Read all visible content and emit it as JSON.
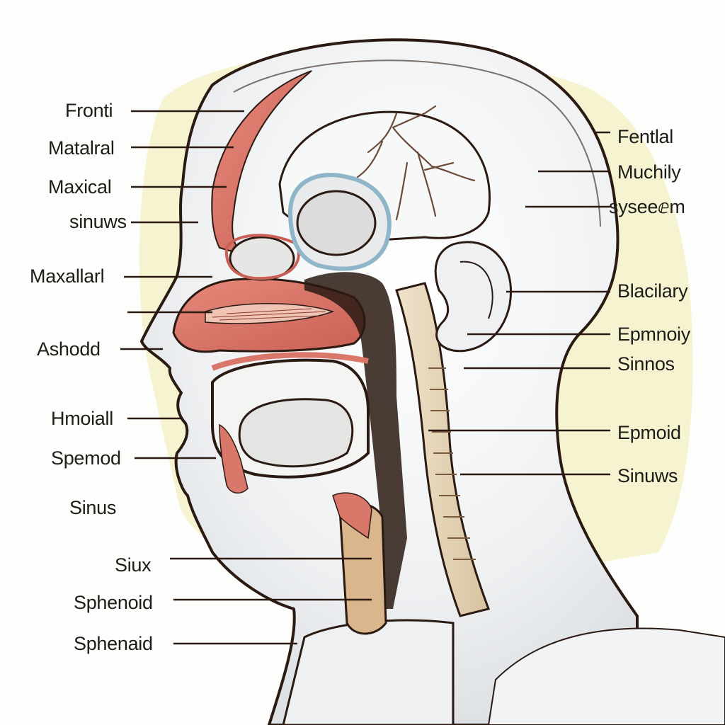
{
  "labels": {
    "left": [
      {
        "id": "fronti",
        "text": "Fronti"
      },
      {
        "id": "matalral",
        "text": "Matalral"
      },
      {
        "id": "maxical",
        "text": "Maxical"
      },
      {
        "id": "sinuws-left",
        "text": "sinuws"
      },
      {
        "id": "maxallarl",
        "text": "Maxallarl"
      },
      {
        "id": "ashodd",
        "text": "Ashodd"
      },
      {
        "id": "hmoiall",
        "text": "Hmoiall"
      },
      {
        "id": "spemod",
        "text": "Spemod"
      },
      {
        "id": "sinus-left",
        "text": "Sinus"
      },
      {
        "id": "siux",
        "text": "Siux"
      },
      {
        "id": "sphenoid",
        "text": "Sphenoid"
      },
      {
        "id": "sphenaid",
        "text": "Sphenaid"
      }
    ],
    "right": [
      {
        "id": "fential",
        "text": "Fentlal"
      },
      {
        "id": "muchily",
        "text": "Muchily"
      },
      {
        "id": "syssem",
        "text": "syseeⅇm"
      },
      {
        "id": "blacilary",
        "text": "Blacilary"
      },
      {
        "id": "epmnoiy",
        "text": "Epmnoiy"
      },
      {
        "id": "sinnos",
        "text": "Sinnos"
      },
      {
        "id": "epmoid",
        "text": "Epmoid"
      },
      {
        "id": "sinuws-right",
        "text": "Sinuws"
      }
    ]
  },
  "colors": {
    "background_wash": "#f5f1c9",
    "skin": "#eef0f1",
    "outline": "#2a1a12",
    "sinus_red": "#d9776b",
    "bone": "#e8d9bf",
    "cartilage": "#c9a27a",
    "leader": "#2a1a12"
  }
}
